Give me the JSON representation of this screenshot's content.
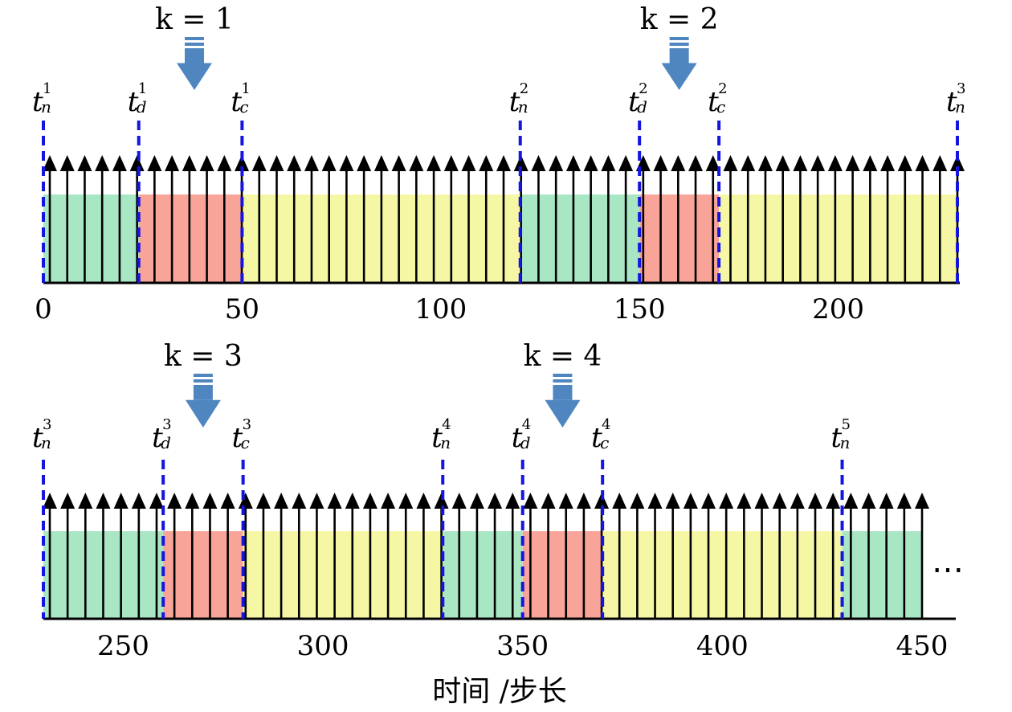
{
  "colors": {
    "green": "#a8e6c4",
    "red": "#f8a498",
    "yellow": "#f6f7a4",
    "divider": "#1515e0",
    "arrow": "#4f86c0",
    "tick": "#000000"
  },
  "xlabel": "时间 /步长",
  "ellipsis": "⋯",
  "rows": [
    {
      "range": [
        0,
        230
      ],
      "k_labels": [
        {
          "text": "k = 1",
          "k": "k",
          "eq": "= 1",
          "value": 38
        },
        {
          "text": "k = 2",
          "k": "k",
          "eq": "= 2",
          "value": 160
        }
      ],
      "segments": [
        {
          "from": 0,
          "to": 24,
          "color": "green"
        },
        {
          "from": 24,
          "to": 50,
          "color": "red"
        },
        {
          "from": 50,
          "to": 120,
          "color": "yellow"
        },
        {
          "from": 120,
          "to": 150,
          "color": "green"
        },
        {
          "from": 150,
          "to": 170,
          "color": "red"
        },
        {
          "from": 170,
          "to": 230,
          "color": "yellow"
        }
      ],
      "dividers": [
        {
          "value": 0,
          "sub": "n",
          "sup": "1"
        },
        {
          "value": 24,
          "sub": "d",
          "sup": "1"
        },
        {
          "value": 50,
          "sub": "c",
          "sup": "1"
        },
        {
          "value": 120,
          "sub": "n",
          "sup": "2"
        },
        {
          "value": 150,
          "sub": "d",
          "sup": "2"
        },
        {
          "value": 170,
          "sub": "c",
          "sup": "2"
        },
        {
          "value": 230,
          "sub": "n",
          "sup": "3"
        }
      ],
      "ticks": [
        "0",
        "50",
        "100",
        "150",
        "200"
      ],
      "tick_values": [
        0,
        50,
        100,
        150,
        200
      ]
    },
    {
      "range": [
        230,
        450
      ],
      "k_labels": [
        {
          "text": "k = 3",
          "k": "k",
          "eq": "= 3",
          "value": 270
        },
        {
          "text": "k = 4",
          "k": "k",
          "eq": "= 4",
          "value": 360
        }
      ],
      "segments": [
        {
          "from": 230,
          "to": 260,
          "color": "green"
        },
        {
          "from": 260,
          "to": 280,
          "color": "red"
        },
        {
          "from": 280,
          "to": 330,
          "color": "yellow"
        },
        {
          "from": 330,
          "to": 350,
          "color": "green"
        },
        {
          "from": 350,
          "to": 370,
          "color": "red"
        },
        {
          "from": 370,
          "to": 430,
          "color": "yellow"
        },
        {
          "from": 430,
          "to": 450,
          "color": "green"
        }
      ],
      "dividers": [
        {
          "value": 230,
          "sub": "n",
          "sup": "3"
        },
        {
          "value": 260,
          "sub": "d",
          "sup": "3"
        },
        {
          "value": 280,
          "sub": "c",
          "sup": "3"
        },
        {
          "value": 330,
          "sub": "n",
          "sup": "4"
        },
        {
          "value": 350,
          "sub": "d",
          "sup": "4"
        },
        {
          "value": 370,
          "sub": "c",
          "sup": "4"
        },
        {
          "value": 430,
          "sub": "n",
          "sup": "5"
        }
      ],
      "ticks": [
        "250",
        "300",
        "350",
        "400",
        "450"
      ],
      "tick_values": [
        250,
        300,
        350,
        400,
        450
      ]
    }
  ]
}
